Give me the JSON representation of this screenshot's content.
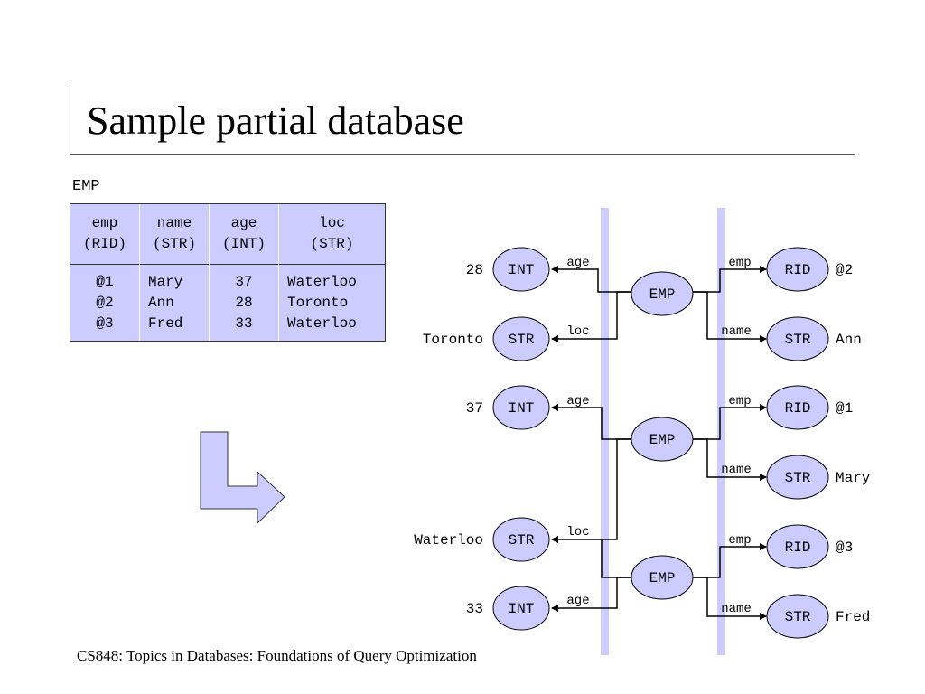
{
  "title": "Sample partial database",
  "footer": "CS848: Topics in Databases:  Foundations of Query Optimization",
  "table": {
    "caption": "EMP",
    "columns": [
      {
        "name": "emp",
        "type": "(RID)",
        "values": [
          "@1",
          "@2",
          "@3"
        ]
      },
      {
        "name": "name",
        "type": "(STR)",
        "values": [
          "Mary",
          "Ann",
          "Fred"
        ]
      },
      {
        "name": "age",
        "type": "(INT)",
        "values": [
          "37",
          "28",
          "33"
        ]
      },
      {
        "name": "loc",
        "type": "(STR)",
        "values": [
          "Waterloo",
          "Toronto",
          "Waterloo"
        ]
      }
    ]
  },
  "colors": {
    "node_fill": "#ccccff",
    "band": "#ccccff",
    "line": "#000000"
  },
  "graph": {
    "hub_label": "EMP",
    "records": [
      {
        "left": [
          {
            "edge": "age",
            "type": "INT",
            "value": "28"
          },
          {
            "edge": "loc",
            "type": "STR",
            "value": "Toronto"
          }
        ],
        "right": [
          {
            "edge": "emp",
            "type": "RID",
            "value": "@2"
          },
          {
            "edge": "name",
            "type": "STR",
            "value": "Ann"
          }
        ]
      },
      {
        "left": [
          {
            "edge": "age",
            "type": "INT",
            "value": "37"
          },
          {
            "edge": "loc",
            "type": "STR",
            "value": "Waterloo"
          }
        ],
        "right": [
          {
            "edge": "emp",
            "type": "RID",
            "value": "@1"
          },
          {
            "edge": "name",
            "type": "STR",
            "value": "Mary"
          }
        ]
      },
      {
        "left": [
          {
            "edge": "age",
            "type": "INT",
            "value": "33"
          }
        ],
        "right": [
          {
            "edge": "emp",
            "type": "RID",
            "value": "@3"
          },
          {
            "edge": "name",
            "type": "STR",
            "value": "Fred"
          }
        ]
      }
    ]
  }
}
